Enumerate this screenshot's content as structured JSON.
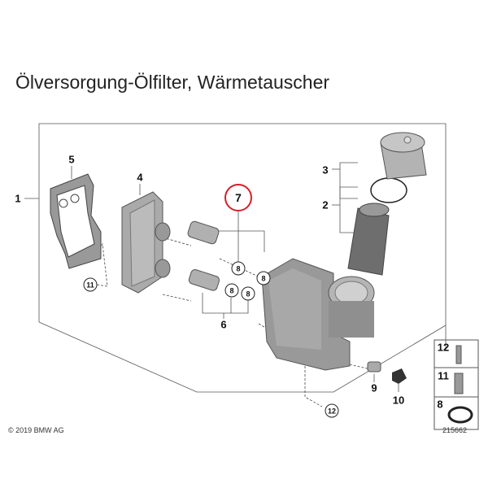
{
  "title": "Ölversorgung-Ölfilter, Wärmetauscher",
  "labels": {
    "l1": "1",
    "l2": "2",
    "l3": "3",
    "l4": "4",
    "l5": "5",
    "l6": "6",
    "l7": "7",
    "l8": "8",
    "l9": "9",
    "l10": "10",
    "l11": "11",
    "l12": "12"
  },
  "side_box": [
    "12",
    "11",
    "8"
  ],
  "copyright": "© 2019 BMW AG",
  "diagram_number": "215662",
  "highlight_color": "#d4202a"
}
